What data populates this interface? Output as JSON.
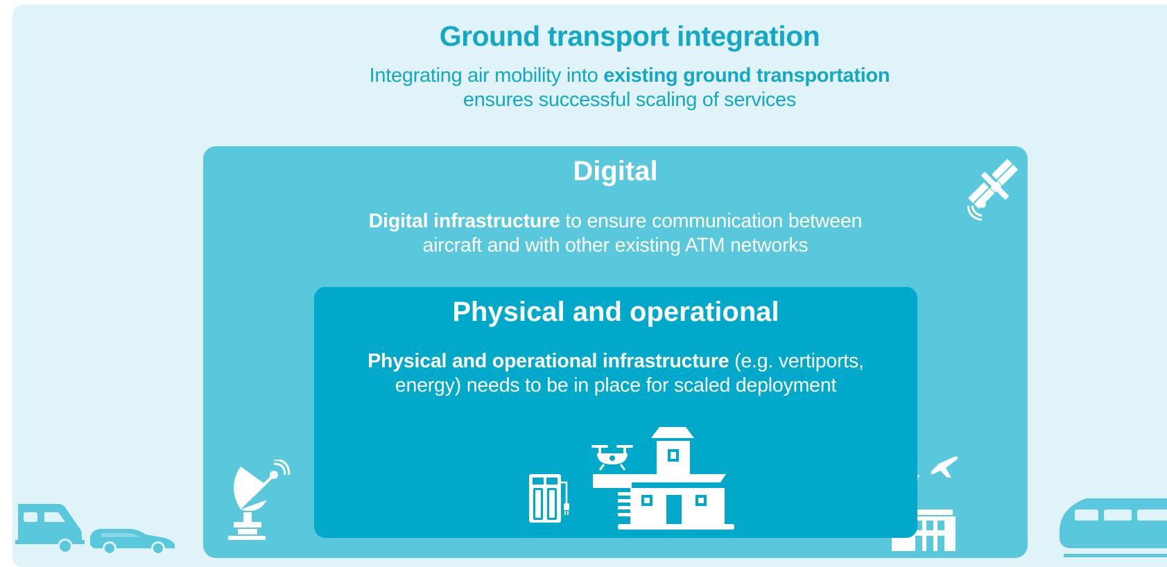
{
  "header": {
    "title": "Ground transport integration",
    "subtitle_pre": "Integrating air mobility into ",
    "subtitle_bold": "existing ground transportation",
    "subtitle_post": "ensures successful scaling of services"
  },
  "digital": {
    "title": "Digital",
    "text_bold": "Digital infrastructure",
    "text_rest": " to ensure communication between",
    "text_line2": "aircraft and with other existing ATM networks"
  },
  "physical": {
    "title": "Physical and operational",
    "text_bold": "Physical and operational infrastructure",
    "text_rest": " (e.g. vertiports,",
    "text_line2": "energy) needs to be in place for scaled deployment"
  },
  "icons": [
    "satellite-icon",
    "satellite-dish-icon",
    "control-tower-icon",
    "vertiport-icon",
    "charging-station-icon",
    "drone-icon",
    "van-icon",
    "car-icon",
    "train-icon"
  ],
  "colors": {
    "background": "#dff3f8",
    "accent": "#14a8c4",
    "digital_box": "#5ac8dc",
    "physical_box": "#00a9c9",
    "vehicles": "#5ac8dc"
  }
}
